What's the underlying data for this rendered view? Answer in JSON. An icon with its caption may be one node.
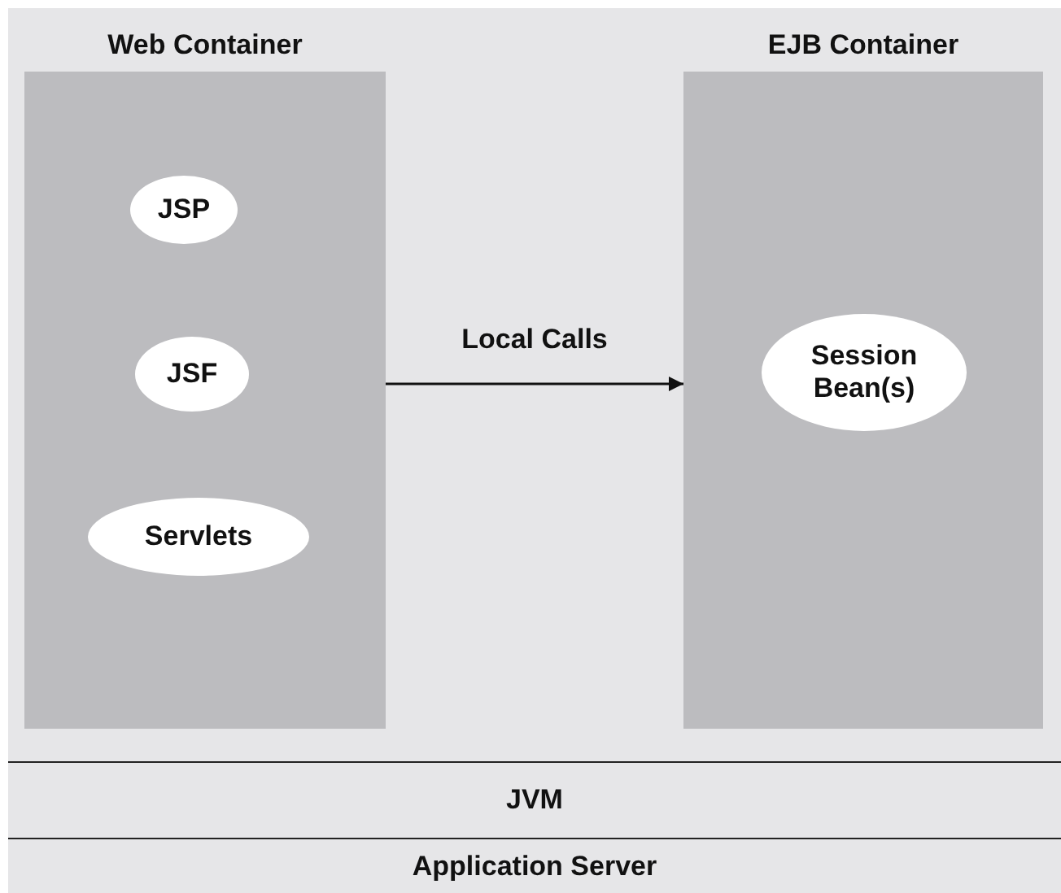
{
  "diagram": {
    "nodes": [
      {
        "text": [
          "Web Container"
        ]
      },
      {
        "text": [
          "JSP"
        ],
        "in": 0
      },
      {
        "text": [
          "JSF"
        ],
        "in": 0
      },
      {
        "text": [
          "Servlets"
        ],
        "in": 0
      },
      {
        "text": [
          "EJB Container"
        ]
      },
      {
        "text": [
          "Session Bean(s)"
        ],
        "in": 4
      },
      {
        "text": [
          "JVM"
        ]
      },
      {
        "text": [
          "Application Server"
        ]
      }
    ],
    "edges": [
      {
        "from": 0,
        "to": 4,
        "arrow": "to",
        "label": "Local Calls"
      }
    ]
  }
}
